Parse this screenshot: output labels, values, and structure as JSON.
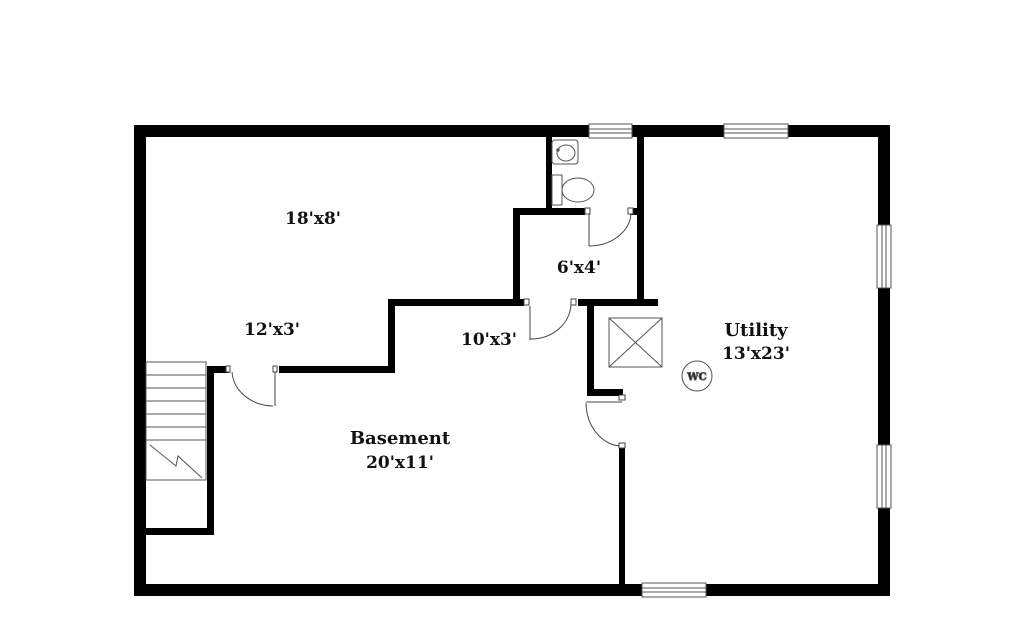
{
  "rooms": {
    "bedroom": {
      "size": "18'x8'"
    },
    "hall_small": {
      "size": "12'x3'"
    },
    "hall_mid": {
      "size": "10'x3'"
    },
    "closet": {
      "size": "6'x4'"
    },
    "basement": {
      "name": "Basement",
      "size": "20'x11'"
    },
    "utility": {
      "name": "Utility",
      "size": "13'x23'"
    }
  },
  "fixtures": {
    "water_closet": "WC"
  },
  "colors": {
    "wall": "#000000",
    "background": "#ffffff",
    "fixture_stroke": "#555555"
  }
}
